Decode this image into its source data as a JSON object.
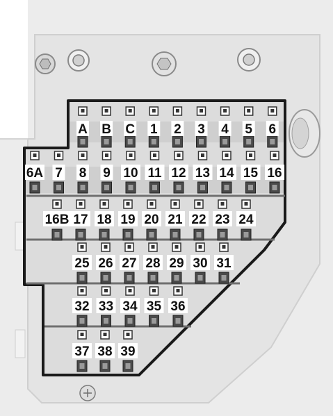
{
  "colors": {
    "background": "#ffffff",
    "panel": "#e6e6e6",
    "panel_line": "#cfcfcf",
    "box_outline": "#1a1a1a",
    "box_fill": "#dcdcdc",
    "label_plate": "#ffffff",
    "fuse_body": "#4a4a4a",
    "bolt": "#bdbdbd"
  },
  "fuse_box": {
    "rows": [
      {
        "labels": [
          "A",
          "B",
          "C",
          "1",
          "2",
          "3",
          "4",
          "5",
          "6"
        ]
      },
      {
        "labels": [
          "6A",
          "7",
          "8",
          "9",
          "10",
          "11",
          "12",
          "13",
          "14",
          "15",
          "16"
        ]
      },
      {
        "labels": [
          "16B",
          "17",
          "18",
          "19",
          "20",
          "21",
          "22",
          "23",
          "24"
        ]
      },
      {
        "labels": [
          "25",
          "26",
          "27",
          "28",
          "29",
          "30",
          "31"
        ]
      },
      {
        "labels": [
          "32",
          "33",
          "34",
          "35",
          "36"
        ]
      },
      {
        "labels": [
          "37",
          "38",
          "39"
        ]
      }
    ]
  }
}
